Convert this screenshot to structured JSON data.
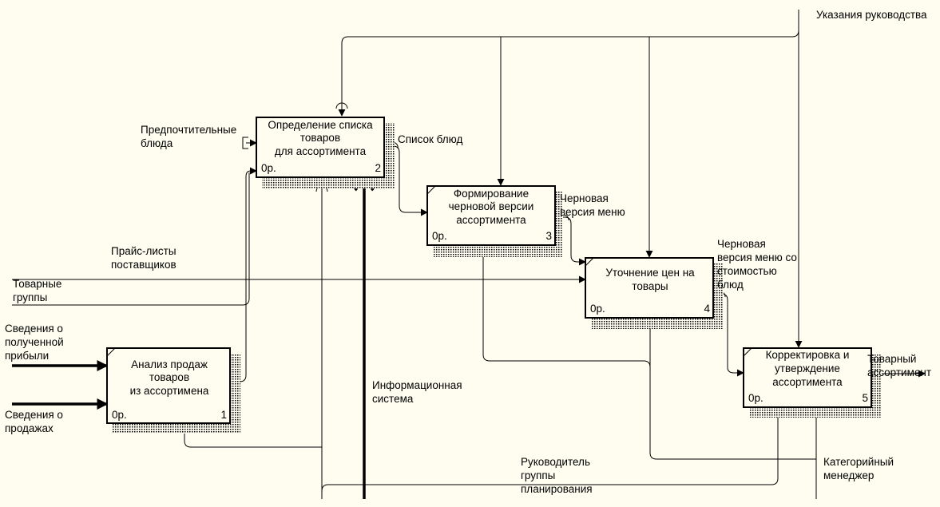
{
  "boxes": [
    {
      "id": "1",
      "cost": "0р.",
      "lines": [
        "Анализ продаж",
        "товаров",
        "из ассортимена"
      ]
    },
    {
      "id": "2",
      "cost": "0р.",
      "lines": [
        "Определение списка",
        "товаров",
        "для ассортимента"
      ]
    },
    {
      "id": "3",
      "cost": "0р.",
      "lines": [
        "Формирование",
        "черновой версии",
        "ассортимента"
      ]
    },
    {
      "id": "4",
      "cost": "0р.",
      "lines": [
        "Уточнение цен на",
        "товары"
      ]
    },
    {
      "id": "5",
      "cost": "0р.",
      "lines": [
        "Корректировка и",
        "утверждение",
        "ассортимента"
      ]
    }
  ],
  "arrow_labels": {
    "management_directions": [
      "Указания руководства"
    ],
    "preferred_dishes": [
      "Предпочтительные",
      "блюда"
    ],
    "dish_list": [
      "Список блюд"
    ],
    "draft_menu": [
      "Черновая",
      "версия меню"
    ],
    "draft_menu_cost": [
      "Черновая",
      "версия меню со",
      "стоимостью",
      "блюд"
    ],
    "supplier_prices": [
      "Прайс-листы",
      "поставщиков"
    ],
    "product_groups": [
      "Товарные",
      "группы"
    ],
    "profit_info": [
      "Сведения о",
      "полученной",
      "прибыли"
    ],
    "sales_info": [
      "Сведения о",
      "продажах"
    ],
    "info_system": [
      "Информационная",
      "система"
    ],
    "product_assortment": [
      "Товарный",
      "ассортимент"
    ],
    "planning_head": [
      "Руководитель",
      "группы",
      "планирования"
    ],
    "category_manager": [
      "Категорийный",
      "менеджер"
    ]
  }
}
